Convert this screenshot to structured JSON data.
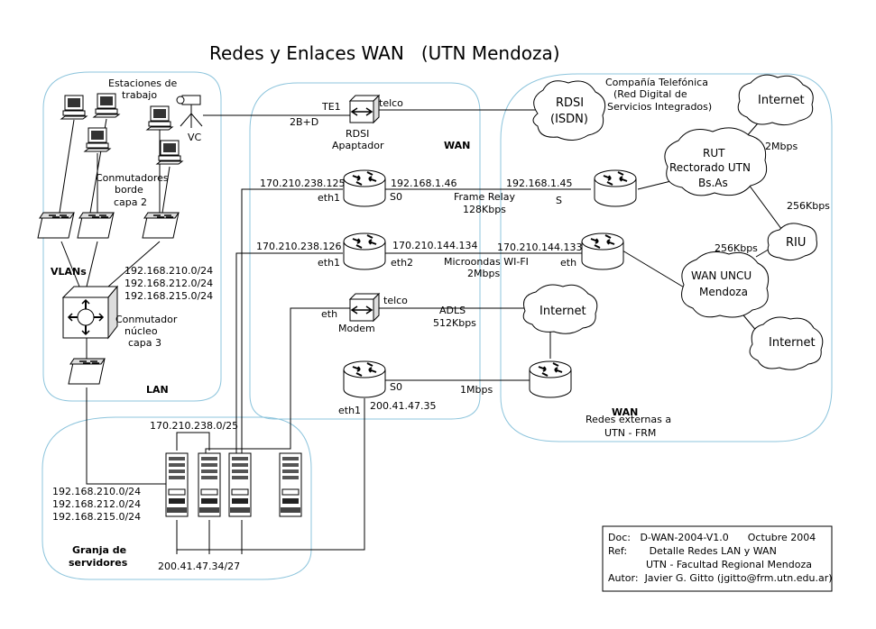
{
  "title": "Redes y Enlaces WAN   (UTN Mendoza)",
  "lan": {
    "stations_label": [
      "Estaciones de",
      "trabajo"
    ],
    "vc_label": "VC",
    "border_switches_label": [
      "Conmutadores",
      "borde",
      "capa 2"
    ],
    "vlans_label": "VLANs",
    "vlans": [
      "192.168.210.0/24",
      "192.168.212.0/24",
      "192.168.215.0/24"
    ],
    "core_label": [
      "Conmutador",
      "núcleo",
      "capa 3"
    ],
    "region_label": "LAN"
  },
  "farm": {
    "net_top": "170.210.238.0/25",
    "nets_left": [
      "192.168.210.0/24",
      "192.168.212.0/24",
      "192.168.215.0/24"
    ],
    "label": [
      "Granja de",
      "servidores"
    ],
    "net_bottom": "200.41.47.34/27"
  },
  "wan_center": {
    "region_label": "WAN",
    "te1": "TE1",
    "bd": "2B+D",
    "telco1": "telco",
    "rdsi_adapter": [
      "RDSI",
      "Apaptador"
    ],
    "r1": {
      "left_ip": "170.210.238.125",
      "left_if": "eth1",
      "right_ip": "192.168.1.46",
      "right_if": "S0"
    },
    "link1": [
      "Frame Relay",
      "128Kbps"
    ],
    "r2": {
      "left_ip": "170.210.238.126",
      "left_if": "eth1",
      "right_if": "eth2",
      "right_ip": "170.210.144.134"
    },
    "link2": [
      "Microondas WI-FI",
      "2Mbps"
    ],
    "modem": {
      "eth": "eth",
      "telco": "telco",
      "label": "Modem"
    },
    "link3": [
      "ADLS",
      "512Kbps"
    ],
    "r3": {
      "s0": "S0",
      "eth1": "eth1",
      "ip": "200.41.47.35"
    },
    "link4": "1Mbps"
  },
  "wan_external": {
    "telco_company": [
      "Compañía Telefónica",
      "(Red Digital de",
      "Servicios Integrados)"
    ],
    "rdsi_cloud": [
      "RDSI",
      "(ISDN)"
    ],
    "internet": "Internet",
    "rut_cloud": [
      "RUT",
      "Rectorado UTN",
      "Bs.As"
    ],
    "speed_2mbps": "2Mbps",
    "speed_256_a": "256Kbps",
    "speed_256_b": "256Kbps",
    "riu": "RIU",
    "uncu_cloud": [
      "WAN UNCU",
      "Mendoza"
    ],
    "rut_router": {
      "ip": "192.168.1.45",
      "if": "S"
    },
    "uncu_router": {
      "ip": "170.210.144.133",
      "if": "eth"
    },
    "region_label": "WAN",
    "region_sub": [
      "Redes externas a",
      "UTN - FRM"
    ]
  },
  "doc_box": {
    "lines": [
      "Doc:   D-WAN-2004-V1.0      Octubre 2004",
      "Ref:       Detalle Redes LAN y WAN",
      "            UTN - Facultad Regional Mendoza",
      "Autor:  Javier G. Gitto (jgitto@frm.utn.edu.ar)"
    ]
  },
  "colors": {
    "region_border": "#8cc4dc",
    "line": "#000000"
  }
}
